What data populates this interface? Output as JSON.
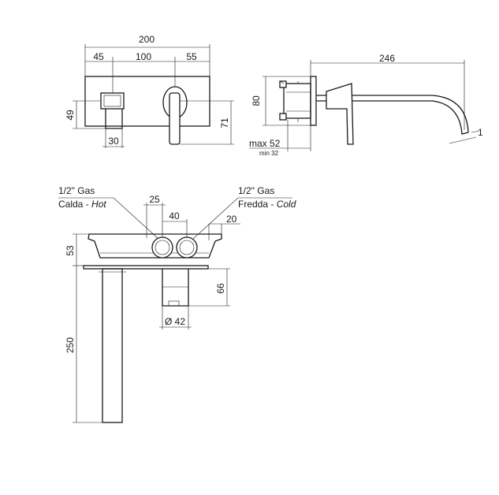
{
  "front_view": {
    "dims": {
      "overall_width": "200",
      "left_offset": "45",
      "center_spacing": "100",
      "right_offset": "55",
      "spout_height": "49",
      "spout_width": "30",
      "lever_height": "71"
    }
  },
  "side_view": {
    "dims": {
      "projection": "246",
      "plate_height": "80",
      "depth_max": "max 52",
      "depth_min": "min 32",
      "tip_offset": "1"
    }
  },
  "section_view": {
    "hot_inlet": {
      "size": "1/2\" Gas",
      "name_it": "Calda - ",
      "name_en": "Hot"
    },
    "cold_inlet": {
      "size": "1/2\" Gas",
      "name_it": "Fredda - ",
      "name_en": "Cold"
    },
    "dims": {
      "inlet_offset": "25",
      "inlet_spacing": "40",
      "edge_offset": "20",
      "body_depth": "53",
      "cartridge_depth": "66",
      "diameter": "Ø 42",
      "spout_length": "250"
    }
  }
}
